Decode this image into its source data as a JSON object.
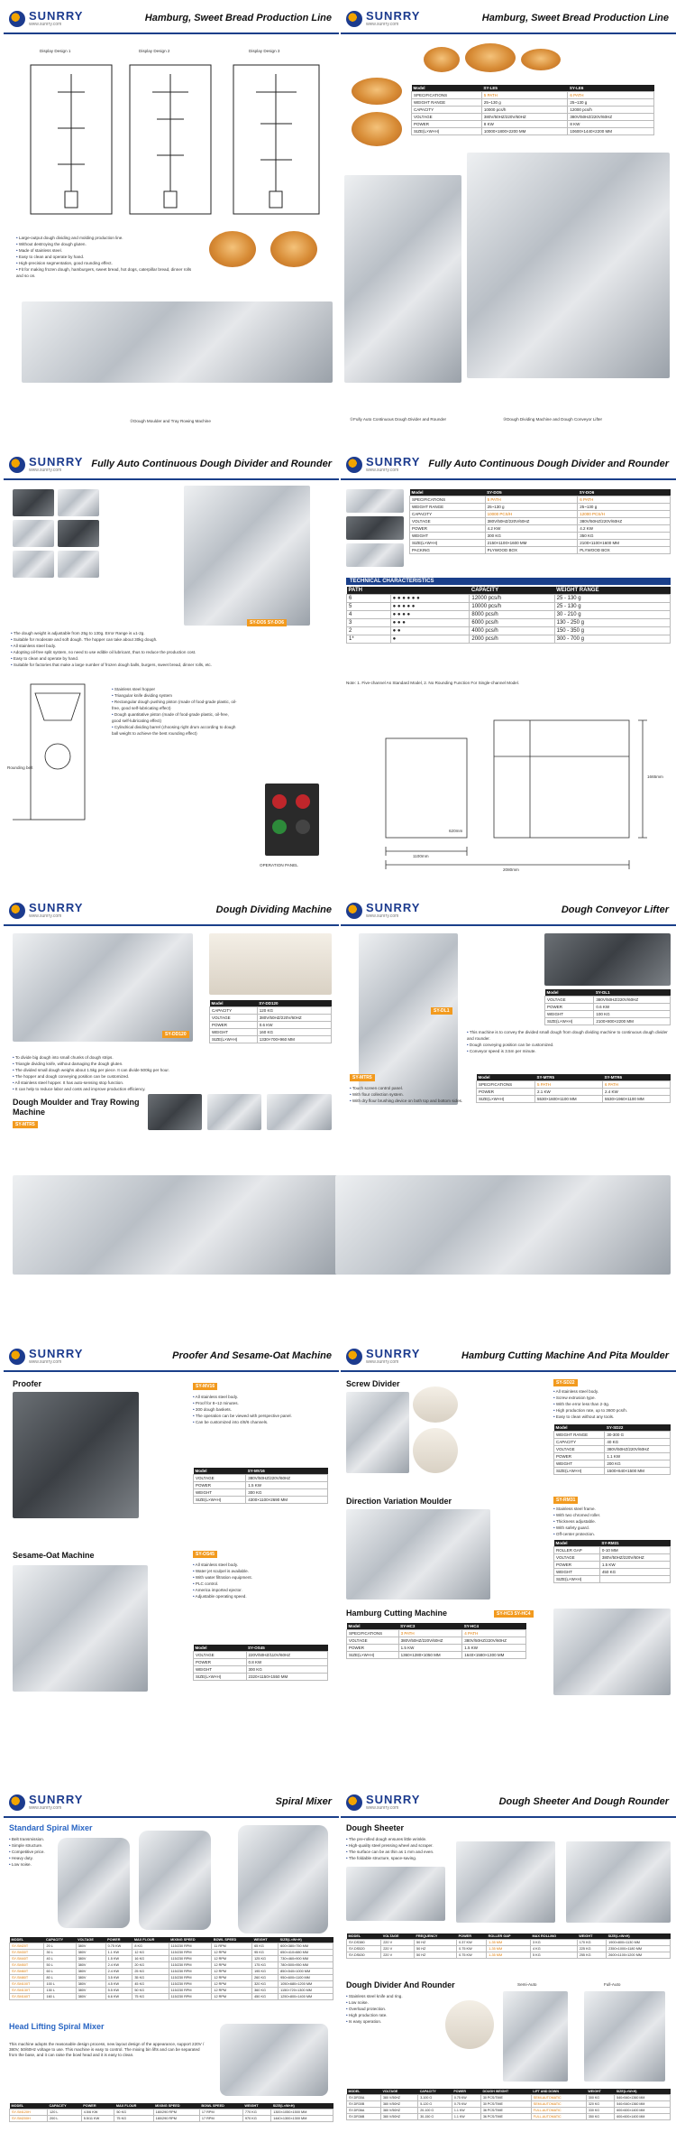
{
  "brand": {
    "name": "SUNRRY",
    "url": "www.sunrry.com"
  },
  "pages": {
    "p1": {
      "title": "Hamburg, Sweet Bread Production Line",
      "displays": [
        "Display Design 1",
        "Display Design 2",
        "Display Design 3"
      ],
      "bullets": [
        "Large-output dough dividing and molding production line.",
        "Without destroying the dough gluten.",
        "Made of stainless steel.",
        "Easy to clean and operate by hand.",
        "High-precision segmentation, good rounding effect.",
        "Fit for making frozen dough, hamburgers, sweet bread, hot dogs, caterpillar bread, dinner rolls and so on."
      ],
      "caption": "②Dough Moulder and Tray Rowing Machine"
    },
    "p2": {
      "title": "Hamburg, Sweet Bread Production Line",
      "table": {
        "headers": [
          "Model",
          "SY-LE5",
          "SY-LE6"
        ],
        "rows": [
          [
            "SPECIFICATIONS",
            "5 PATH",
            "6 PATH"
          ],
          [
            "WEIGHT RANGE",
            "25~130 g",
            "25~130 g"
          ],
          [
            "CAPACITY",
            "10000 pcs/h",
            "12000 pcs/h"
          ],
          [
            "VOLTAGE",
            "380V/50HZ/220V/60HZ",
            "380V/50HZ/220V/60HZ"
          ],
          [
            "POWER",
            "8 KW",
            "8 KW"
          ],
          [
            "SIZE(L×W×H)",
            "10000×1800×2200 MM",
            "10600×1440×2200 MM"
          ]
        ]
      },
      "captions": [
        "①Fully Auto Continuous Dough Divider and Rounder",
        "③Dough Dividing Machine and Dough Conveyor Lifter"
      ]
    },
    "p3": {
      "title": "Fully Auto Continuous Dough Divider and Rounder",
      "tag": "SY-DO5  SY-DO6",
      "bullets": [
        "The dough weight is adjustable from 25g to 130g. Error Range is ±1-2g.",
        "Suitable for moderate and soft dough. The hopper can take about 30kg dough.",
        "All stainless steel body.",
        "Adopting oil-free split system, no need to use edible oil lubricant, thus to reduce the production cost.",
        "Easy to clean and operate by hand.",
        "Suitable for factories that make a large number of frozen dough balls, burgers, sweet bread, dinner rolls, etc."
      ],
      "parts": [
        "Stainless steel hopper",
        "Triangular knife dividing system",
        "Rectangular dough pushing piston (made of food-grade plastic, oil-free, good self-lubricating effect)",
        "Dough quantitative piston (made of food-grade plastic, oil-free, good self-lubricating effect)",
        "Cylindrical dividing barrel (choosing right drum according to dough ball weight to achieve the best rounding effect)"
      ],
      "rounding_belt": "Rounding belt",
      "panel": "OPERATION PANEL"
    },
    "p4": {
      "title": "Fully Auto Continuous Dough Divider and Rounder",
      "table": {
        "headers": [
          "Model",
          "SY-DO5",
          "SY-DO6"
        ],
        "rows": [
          [
            "SPECIFICATIONS",
            "5 PATH",
            "6 PATH"
          ],
          [
            "WEIGHT RANGE",
            "25~130 g",
            "25~130 g"
          ],
          [
            "CAPACITY",
            "10000 PCS/H",
            "12000 PCS/H"
          ],
          [
            "VOLTAGE",
            "380V/50HZ/220V/60HZ",
            "380V/50HZ/220V/60HZ"
          ],
          [
            "POWER",
            "4.2 KW",
            "4.2 KW"
          ],
          [
            "WEIGHT",
            "300 KG",
            "350 KG"
          ],
          [
            "SIZE(L×W×H)",
            "2150×1100×1600 MM",
            "2100×1100×1600 MM"
          ],
          [
            "PACKING",
            "PLYWOOD BOX",
            "PLYWOOD BOX"
          ]
        ]
      },
      "tech_title": "TECHNICAL CHARACTERISTICS",
      "tech": {
        "headers": [
          "PATH",
          "CAPACITY",
          "WEIGHT RANGE"
        ],
        "rows": [
          [
            "6",
            "12000 pcs/h",
            "25 - 130 g"
          ],
          [
            "5",
            "10000 pcs/h",
            "25 - 130 g"
          ],
          [
            "4",
            "8000 pcs/h",
            "30 - 210 g"
          ],
          [
            "3",
            "6000 pcs/h",
            "130 - 250 g"
          ],
          [
            "2",
            "4000 pcs/h",
            "150 - 350 g"
          ],
          [
            "1*",
            "2000 pcs/h",
            "300 - 700 g"
          ]
        ]
      },
      "note": "Note: 1. Five-channel As Standard Model, 2. No Rounding Function For Single-channel Model.",
      "dims": [
        "1100mm",
        "2080mm",
        "1665mm",
        "620mm"
      ]
    },
    "p5": {
      "title": "Dough Dividing Machine",
      "tag": "SY-DD120",
      "table": {
        "headers": [
          "Model",
          "SY-DD120"
        ],
        "rows": [
          [
            "CAPACITY",
            "120 KG"
          ],
          [
            "VOLTAGE",
            "380V/50HZ/220V/60HZ"
          ],
          [
            "POWER",
            "0.6 KW"
          ],
          [
            "WEIGHT",
            "160 KG"
          ],
          [
            "SIZE(L×W×H)",
            "1330×700×960 MM"
          ]
        ]
      },
      "bullets": [
        "To divide big dough into small chunks of dough strips.",
        "Triangle dividing knife, without damaging the dough gluten.",
        "The divided small dough weighs about 1.5kg per piece. It can divide 500kg per hour.",
        "The hopper and dough conveying position can be customized.",
        "All stainless steel hopper. It has auto-sensing stop function.",
        "It can help to reduce labor and costs and improve production efficiency."
      ],
      "sub": "Dough Moulder and Tray Rowing Machine",
      "sub_tag": "SY-MTR5"
    },
    "p6": {
      "title": "Dough Conveyor Lifter",
      "tag": "SY-DL1",
      "table": {
        "headers": [
          "Model",
          "SY-DL1"
        ],
        "rows": [
          [
            "VOLTAGE",
            "380V/50HZ/220V/60HZ"
          ],
          [
            "POWER",
            "0.6 KW"
          ],
          [
            "WEIGHT",
            "100 KG"
          ],
          [
            "SIZE(L×W×H)",
            "2100×800×2200 MM"
          ]
        ]
      },
      "bullets": [
        "This machine is to convey the divided small dough from dough dividing machine to continuous dough divider and rounder.",
        "Dough conveying position can be customized.",
        "Conveyor speed is 3.5m per minute."
      ],
      "tag2": "SY-MTR5",
      "bullets2": [
        "Touch screen control panel.",
        "With flour collection system.",
        "With dry flour brushing device on both top and bottom sides."
      ],
      "table2": {
        "headers": [
          "Model",
          "SY-MTR5",
          "SY-MTR6"
        ],
        "rows": [
          [
            "SPECIFICATIONS",
            "5 PATH",
            "6 PATH"
          ],
          [
            "POWER",
            "2.1 KW",
            "2.4 KW"
          ],
          [
            "SIZE(L×W×H)",
            "5530×1600×1100 MM",
            "5530×1960×1100 MM"
          ]
        ]
      }
    },
    "p7": {
      "title": "Proofer And Sesame-Oat Machine",
      "sub1": "Proofer",
      "tag1": "SY-MV16",
      "bullets1": [
        "All stainless steel body.",
        "Proof for 8~12 minutes.",
        "300 dough baskets.",
        "The operation can be viewed with perspective panel.",
        "Can be customized into 4/8/6 channels."
      ],
      "table1": {
        "headers": [
          "Model",
          "SY-MV16"
        ],
        "rows": [
          [
            "VOLTAGE",
            "380V/50HZ/220V/60HZ"
          ],
          [
            "POWER",
            "1.5 KW"
          ],
          [
            "WEIGHT",
            "300 KG"
          ],
          [
            "SIZE(L×W×H)",
            "4300×1100×2690 MM"
          ]
        ]
      },
      "sub2": "Sesame-Oat Machine",
      "tag2": "SY-OS45",
      "bullets2": [
        "All stainless steel body.",
        "Water jet sculpel is available.",
        "With water filtration equipment.",
        "PLC control.",
        "America imported ejector.",
        "Adjustable operating speed."
      ],
      "table2": {
        "headers": [
          "Model",
          "SY-OS45"
        ],
        "rows": [
          [
            "VOLTAGE",
            "220V/50HZ/110V/60HZ"
          ],
          [
            "POWER",
            "0.8 KW"
          ],
          [
            "WEIGHT",
            "300 KG"
          ],
          [
            "SIZE(L×W×H)",
            "2320×1150×1550 MM"
          ]
        ]
      }
    },
    "p8": {
      "title": "Hamburg Cutting Machine And Pita Moulder",
      "sub1": "Screw Divider",
      "tag1": "SY-SD22",
      "bullets1": [
        "All stainless steel body.",
        "Screw extrusion type.",
        "With the error less than 2-3g.",
        "High production rate, up to 3600 pcs/h.",
        "Easy to clean without any tools."
      ],
      "table1": {
        "headers": [
          "Model",
          "SY-SD22"
        ],
        "rows": [
          [
            "WEIGHT RANGE",
            "30-300 G"
          ],
          [
            "CAPACITY",
            "40 KG"
          ],
          [
            "VOLTAGE",
            "380V/50HZ/220V/60HZ"
          ],
          [
            "POWER",
            "1.1 KW"
          ],
          [
            "WEIGHT",
            "200 KG"
          ],
          [
            "SIZE(L×W×H)",
            "1500×640×1500 MM"
          ]
        ]
      },
      "sub2": "Direction Variation Moulder",
      "tag2": "SY-RM31",
      "bullets2": [
        "Stainless steel frame.",
        "With two chromed roller.",
        "Thickness adjustable.",
        "With safety guard.",
        "Off-center protection."
      ],
      "table2": {
        "headers": [
          "Model",
          "SY-RM31"
        ],
        "rows": [
          [
            "ROLLER GAP",
            "0-10 MM"
          ],
          [
            "VOLTAGE",
            "380V/50HZ/220V/60HZ"
          ],
          [
            "POWER",
            "1.5 KW"
          ],
          [
            "WEIGHT",
            "450 KG"
          ],
          [
            "SIZE(L×W×H)",
            ""
          ]
        ]
      },
      "sub3": "Hamburg Cutting Machine",
      "tag3": "SY-HC3  SY-HC4",
      "table3": {
        "headers": [
          "Model",
          "SY-HC3",
          "SY-HC4"
        ],
        "rows": [
          [
            "SPECIFICATIONS",
            "3 PATH",
            "4 PATH"
          ],
          [
            "VOLTAGE",
            "380V/50HZ/220V/60HZ",
            "380V/50HZ/220V/60HZ"
          ],
          [
            "POWER",
            "1.5 KW",
            "1.5 KW"
          ],
          [
            "SIZE(L×W×H)",
            "1360×1280×1050 MM",
            "1640×1580×1300 MM"
          ]
        ]
      }
    },
    "p9": {
      "title": "Spiral Mixer",
      "sub1": "Standard Spiral Mixer",
      "bullets1": [
        "Belt transmission.",
        "Simple structure.",
        "Competitive price.",
        "Heavy duty.",
        "Low noise."
      ],
      "headers": [
        "MODEL",
        "CAPACITY",
        "VOLTAGE",
        "POWER",
        "MAX FLOUR",
        "MIXING SPEED",
        "BOWL SPEED",
        "WEIGHT",
        "SIZE(L×W×H)"
      ],
      "rows": [
        [
          "SY-SM20T",
          "20 L",
          "380V",
          "0.75 KW",
          "8 KG",
          "115/230 RPM",
          "11 RPM",
          "65 KG",
          "600×380×750 MM"
        ],
        [
          "SY-SM30T",
          "30 L",
          "380V",
          "1.1 KW",
          "12 KG",
          "115/230 RPM",
          "12 RPM",
          "95 KG",
          "650×410×880 MM"
        ],
        [
          "SY-SM40T",
          "40 L",
          "380V",
          "1.5 KW",
          "16 KG",
          "115/230 RPM",
          "12 RPM",
          "125 KG",
          "730×460×900 MM"
        ],
        [
          "SY-SM50T",
          "50 L",
          "380V",
          "2.4 KW",
          "20 KG",
          "115/230 RPM",
          "12 RPM",
          "175 KG",
          "780×500×950 MM"
        ],
        [
          "SY-SM60T",
          "60 L",
          "380V",
          "2.4 KW",
          "25 KG",
          "115/230 RPM",
          "12 RPM",
          "195 KG",
          "850×540×1000 MM"
        ],
        [
          "SY-SM80T",
          "80 L",
          "380V",
          "3.5 KW",
          "35 KG",
          "115/230 RPM",
          "12 RPM",
          "260 KG",
          "950×600×1100 MM"
        ],
        [
          "SY-SM100T",
          "100 L",
          "380V",
          "4.5 KW",
          "45 KG",
          "115/230 RPM",
          "12 RPM",
          "320 KG",
          "1050×680×1200 MM"
        ],
        [
          "SY-SM130T",
          "130 L",
          "380V",
          "5.5 KW",
          "50 KG",
          "115/230 RPM",
          "12 RPM",
          "360 KG",
          "1150×720×1300 MM"
        ],
        [
          "SY-SM160T",
          "160 L",
          "380V",
          "6.6 KW",
          "75 KG",
          "115/230 RPM",
          "12 RPM",
          "450 KG",
          "1250×800×1400 MM"
        ]
      ],
      "sub2": "Head Lifting Spiral Mixer",
      "para": "This machine adopts the reasonable design process, new layout design of the appearance, support 220V / 380V, 50/60Hz voltage to use. This machine is easy to control. The mixing bin lifts and can be separated from the base, and it can raise the bowl head and it is easy to clean.",
      "headers2": [
        "MODEL",
        "CAPACITY",
        "POWER",
        "MAX FLOUR",
        "MIXING SPEED",
        "BOWL SPEED",
        "WEIGHT",
        "SIZE(L×W×H)"
      ],
      "rows2": [
        [
          "SY-SM120H",
          "120 L",
          "4.5/6 KW",
          "50 KG",
          "180/290 RPM",
          "17 RPM",
          "770 KG",
          "1300×1050×1500 MM"
        ],
        [
          "SY-SM200H",
          "200 L",
          "5.5/11 KW",
          "75 KG",
          "180/290 RPM",
          "17 RPM",
          "970 KG",
          "1440×1300×1300 MM"
        ]
      ]
    },
    "p10": {
      "title": "Dough Sheeter And Dough Rounder",
      "sub1": "Dough Sheeter",
      "bullets1": [
        "The pre-rolled dough ensures little wrinkle.",
        "High-quality steel pressing wheel and scraper.",
        "The surface can be as thin as 1 mm and even.",
        "The foldable structure, space-saving."
      ],
      "headers": [
        "MODEL",
        "VOLTAGE",
        "FREQUENCY",
        "POWER",
        "ROLLER GAP",
        "MAX ROLLING",
        "WEIGHT",
        "SIZE(L×W×H)"
      ],
      "rows": [
        [
          "SY-DS380",
          "220 V",
          "50 HZ",
          "0.37 KW",
          "1-35 MM",
          "3 KG",
          "170 KG",
          "1900×800×1130 MM"
        ],
        [
          "SY-DS520",
          "220 V",
          "50 HZ",
          "0.75 KW",
          "1-35 MM",
          "4 KG",
          "225 KG",
          "2350×1000×1180 MM"
        ],
        [
          "SY-DS630",
          "220 V",
          "50 HZ",
          "0.75 KW",
          "1-35 MM",
          "5 KG",
          "255 KG",
          "2600×1100×1200 MM"
        ]
      ],
      "sub2": "Dough Divider And Rounder",
      "bullets2": [
        "Stainless steel knife and ring.",
        "Low noise.",
        "Overload protection.",
        "High production rate.",
        "Is easy operation."
      ],
      "labels": [
        "Semi-Auto",
        "Full-Auto"
      ],
      "headers2": [
        "MODEL",
        "VOLTAGE",
        "CAPACITY",
        "POWER",
        "DOUGH WEIGHT",
        "LIFT AND DOWN",
        "WEIGHT",
        "SIZE(L×W×H)"
      ],
      "rows2": [
        [
          "SY-DR30A",
          "380 V/50HZ",
          "3-100 G",
          "0.75 KW",
          "30 PCS/TIME",
          "SEMI-AUTOMATIC",
          "300 KG",
          "540×540×1360 MM"
        ],
        [
          "SY-DR30B",
          "380 V/50HZ",
          "5-120 G",
          "0.75 KW",
          "30 PCS/TIME",
          "SEMI-AUTOMATIC",
          "320 KG",
          "540×540×1360 MM"
        ],
        [
          "SY-DR36A",
          "380 V/50HZ",
          "20-100 G",
          "1.1 KW",
          "36 PCS/TIME",
          "FULL-AUTOMATIC",
          "330 KG",
          "600×600×1400 MM"
        ],
        [
          "SY-DR36B",
          "380 V/50HZ",
          "30-150 G",
          "1.1 KW",
          "36 PCS/TIME",
          "FULL-AUTOMATIC",
          "350 KG",
          "600×600×1400 MM"
        ]
      ]
    }
  }
}
